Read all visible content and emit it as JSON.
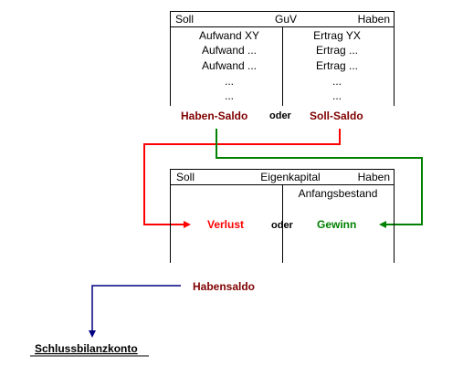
{
  "colors": {
    "red": "#ff0000",
    "green": "#008000",
    "dark_red": "#800000",
    "navy": "#000080",
    "black": "#000000"
  },
  "guv": {
    "soll": "Soll",
    "title": "GuV",
    "haben": "Haben",
    "left_rows": [
      "Aufwand XY",
      "Aufwand ...",
      "Aufwand ...",
      "...",
      "..."
    ],
    "right_rows": [
      "Ertrag YX",
      "Ertrag ...",
      "Ertrag ...",
      "...",
      "..."
    ]
  },
  "saldo": {
    "haben_saldo": "Haben-Saldo",
    "oder": "oder",
    "soll_saldo": "Soll-Saldo"
  },
  "eigenkapital": {
    "soll": "Soll",
    "title": "Eigenkapital",
    "haben": "Haben",
    "anfangsbestand": "Anfangsbestand",
    "verlust": "Verlust",
    "oder": "oder",
    "gewinn": "Gewinn"
  },
  "closing": {
    "habensaldo": "Habensaldo",
    "schlussbilanzkonto": "Schlussbilanzkonto"
  }
}
